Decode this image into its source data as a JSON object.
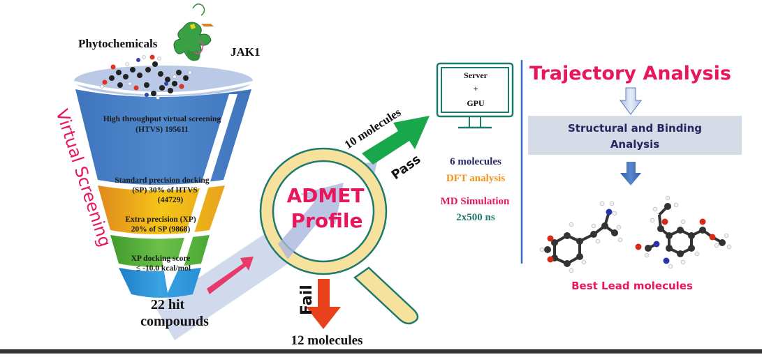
{
  "colors": {
    "pink": "#e8175d",
    "funnel_top": "#b9c9e6",
    "funnel_htvs": "#4a7fc4",
    "funnel_sp_light": "#f5c518",
    "funnel_sp_dark": "#e08a1c",
    "funnel_xp": "#5cb43a",
    "funnel_score": "#2f93d6",
    "band": "#c9d2ea",
    "pass_arrow": "#19a74b",
    "fail_arrow": "#e8411c",
    "lens_ring": "#f7e29d",
    "lens_outline": "#1d7a6c",
    "monitor": "#1d7a6c",
    "navy": "#262560",
    "orange": "#f0941a",
    "teal": "#1d7a6c",
    "divider": "#3a6cc0",
    "box": "#d6dbe8"
  },
  "funnel": {
    "title": "Virtual Screening",
    "phytochemicals_label": "Phytochemicals",
    "target_label": "JAK1",
    "stages": [
      {
        "line1": "High throughput virtual screening",
        "line2": "(HTVS) 195611",
        "line3": ""
      },
      {
        "line1": "Standard precision docking",
        "line2": "(SP) 30% of HTVS",
        "line3": "(44729)"
      },
      {
        "line1": "Extra precision (XP)",
        "line2": "20% of SP (9868)",
        "line3": ""
      },
      {
        "line1": "XP docking score",
        "line2": "≤ -10.0 kcal/mol",
        "line3": ""
      }
    ],
    "output_line1": "22 hit",
    "output_line2": "compounds"
  },
  "admet": {
    "line1": "ADMET",
    "line2": "Profile",
    "pass_label": "Pass",
    "pass_count": "10 molecules",
    "fail_label": "Fail",
    "fail_count": "12 molecules"
  },
  "server": {
    "line1": "Server",
    "line2": "+",
    "line3": "GPU",
    "molecules": "6 molecules",
    "dft": "DFT analysis",
    "md": "MD Simulation",
    "md_time": "2x500 ns"
  },
  "trajectory": {
    "title": "Trajectory Analysis",
    "box_line1": "Structural and Binding",
    "box_line2": "Analysis",
    "result": "Best Lead molecules"
  }
}
